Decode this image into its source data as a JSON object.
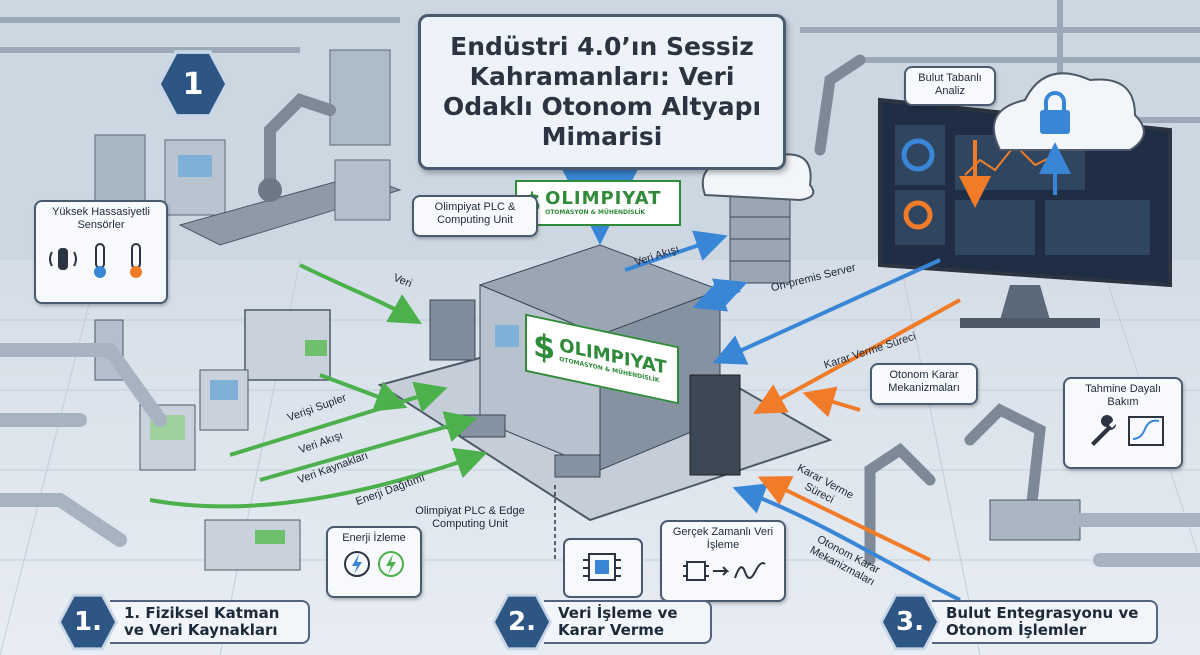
{
  "title": "Endüstri 4.0’ın Sessiz Kahramanları: Veri Odaklı Otonom Altyapı Mimarisi",
  "top_number": "1",
  "logo": {
    "name": "OLIMPIYAT",
    "tagline": "OTOMASYON & MÜHENDİSLİK",
    "mark": "$"
  },
  "callouts": {
    "sensors": "Yüksek Hassasiyetli Sensörler",
    "plc_top": "Olimpiyat PLC & Computing Unit",
    "cloud": "Bulut Tabanlı Analiz",
    "autonomous": "Otonom Karar Mekanizmaları",
    "predictive": "Tahmine Dayalı Bakım",
    "energy": "Enerji İzleme",
    "realtime": "Gerçek Zamanlı Veri İşleme"
  },
  "flow_labels": {
    "veri": "Veri",
    "veri_akisi_top": "Veri Akışı",
    "on_prem": "On-premis Server",
    "karar_top": "Karar Verme Süreci",
    "veri_supler": "Verişi Supler",
    "veri_akisi": "Veri Akışı",
    "veri_kaynaklari": "Veri Kaynakları",
    "enerji_dagitimi": "Enerji Dağıtımı",
    "plc_bottom": "Olimpiyat PLC & Edge Computing Unit",
    "karar_bottom": "Karar Verme Süreci",
    "otonom_bottom": "Otonom Karar Mekanizmaları"
  },
  "layers": [
    {
      "number": "1.",
      "label": "1. Fiziksel Katman ve Veri Kaynakları"
    },
    {
      "number": "2.",
      "label": "Veri İşleme ve Karar Verme"
    },
    {
      "number": "3.",
      "label": "Bulut Entegrasyonu ve Otonom İşlemler"
    }
  ],
  "colors": {
    "background": "#dfe6ee",
    "data_flow": "#4cb04c",
    "decision_flow": "#f07c2a",
    "cloud_flow": "#3a86d6",
    "brand_green": "#2f8b3a",
    "badge_blue": "#2e5684"
  }
}
